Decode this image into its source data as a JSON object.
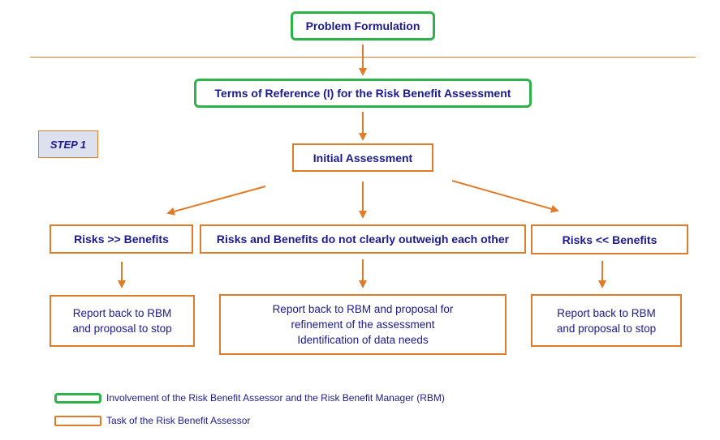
{
  "boxes": {
    "problem_formulation": "Problem Formulation",
    "terms_of_reference": "Terms of Reference (I) for the Risk Benefit Assessment",
    "initial_assessment": "Initial Assessment",
    "risks_gt_benefits": "Risks >> Benefits",
    "risks_eq_benefits": "Risks and Benefits do not clearly outweigh each other",
    "risks_lt_benefits": "Risks << Benefits",
    "report_stop_left": "Report back to RBM\nand proposal to stop",
    "report_refinement": "Report back to RBM and proposal for\nrefinement of the assessment\nIdentification of data needs",
    "report_stop_right": "Report back to RBM\nand proposal to stop"
  },
  "step_label": "STEP 1",
  "legend": {
    "green": "Involvement of the Risk Benefit Assessor and the Risk Benefit Manager (RBM)",
    "orange": "Task of the Risk Benefit Assessor"
  },
  "colors": {
    "green_border": "#2db34a",
    "orange_border": "#e07b2a",
    "text": "#1b1b8c"
  }
}
